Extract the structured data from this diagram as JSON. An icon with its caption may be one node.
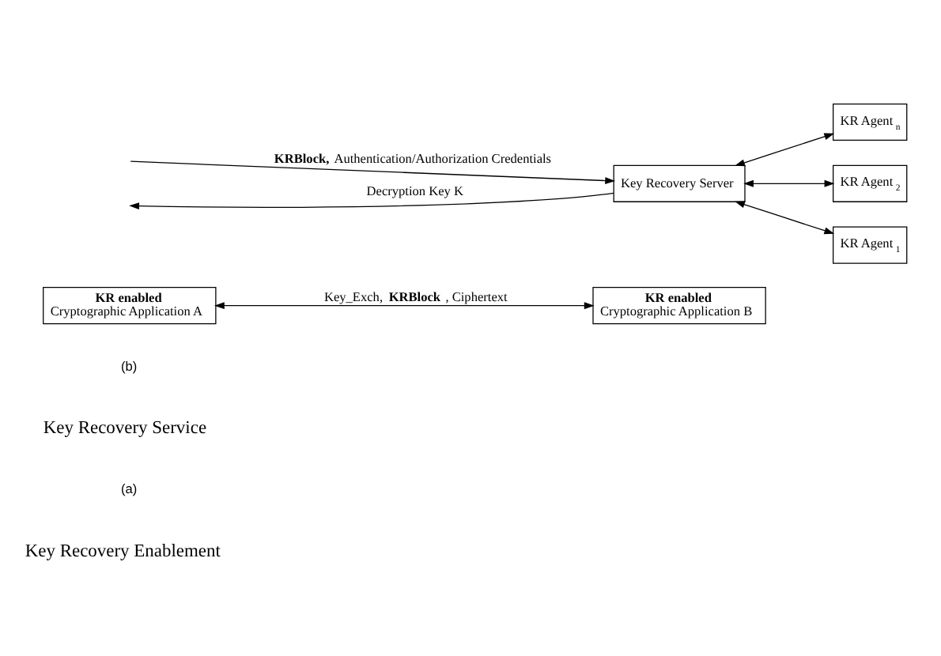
{
  "diagram": {
    "nodes": [
      {
        "text": [
          "KR enabled",
          "Cryptographic Application A"
        ]
      },
      {
        "text": [
          "KR enabled",
          "Cryptographic Application B"
        ]
      },
      {
        "text": [
          "Key Recovery Server"
        ]
      },
      {
        "text": [
          "KR Agent$_{1}$"
        ]
      },
      {
        "text": [
          "KR Agent$_{2}$"
        ]
      },
      {
        "text": [
          "KR Agent$_{n}$"
        ]
      }
    ],
    "edges": [
      {
        "from": 0,
        "to": 1,
        "arrow": "both",
        "label": "Key_Exch, **KRBlock** , Ciphertext"
      },
      {
        "from": null,
        "to": 2,
        "arrow": "to",
        "label": "**KRBlock,** Authentication/Authorization Credentials"
      },
      {
        "from": 2,
        "to": null,
        "arrow": "to",
        "label": "Decryption Key K"
      },
      {
        "from": 2,
        "to": 3,
        "arrow": "both"
      },
      {
        "from": 2,
        "to": 4,
        "arrow": "both"
      },
      {
        "from": 2,
        "to": 5,
        "arrow": "both"
      }
    ],
    "labels": [
      "Key Recovery Enablement",
      "(a)",
      "Key Recovery Service",
      "(b)"
    ]
  }
}
